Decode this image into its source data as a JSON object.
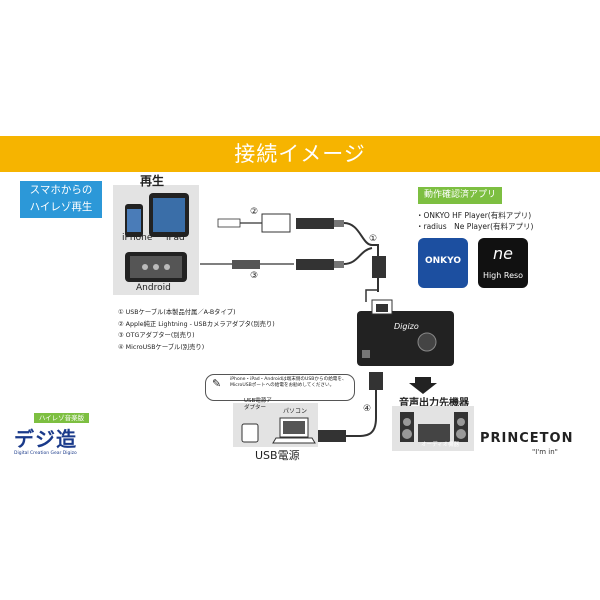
{
  "banner": {
    "title": "接続イメージ",
    "color": "#f6b400"
  },
  "smartphone_tag": {
    "line1": "スマホからの",
    "line2": "ハイレゾ再生"
  },
  "playback": {
    "title": "再生",
    "iphone": "iPhone",
    "ipad": "iPad",
    "android": "Android"
  },
  "steps": [
    "①",
    "②",
    "③",
    "④"
  ],
  "cable_list": [
    "USBケーブル(本製品付属／A-Bタイプ)",
    "Apple純正 Lightning - USBカメラアダプタ(別売り)",
    "OTGアダプター(別売り)",
    "MicroUSBケーブル(別売り)"
  ],
  "device": {
    "brand": "Digizo"
  },
  "apps": {
    "title": "動作確認済アプリ",
    "lines": [
      "・ONKYO HF Player(有料アプリ)",
      "・radius　Ne Player(有料アプリ)"
    ],
    "onkyo_logo": "ONKYO",
    "hires_logo": "High Reso"
  },
  "note": "iPhone・iPad・Androidは端末側のUSBからの給電を、MicroUSBポートへの給電をお勧めしてください。",
  "power": {
    "title": "USB電源",
    "adapter": "USB電源アダプター",
    "pc": "パソコン"
  },
  "output": {
    "title": "音声出力先機器",
    "audio_device": "オーディオ機器"
  },
  "logo": {
    "band": "ハイレゾ音楽版",
    "main": "デジ造",
    "sub": "Digital Creation Gear Digizo"
  },
  "brand": {
    "name": "PRINCETON",
    "tagline": "\"I'm in\""
  },
  "colors": {
    "banner": "#f6b400",
    "tag_blue": "#2c98d8",
    "apps_green": "#7dbf41",
    "onkyo_blue": "#1c4fa0"
  }
}
